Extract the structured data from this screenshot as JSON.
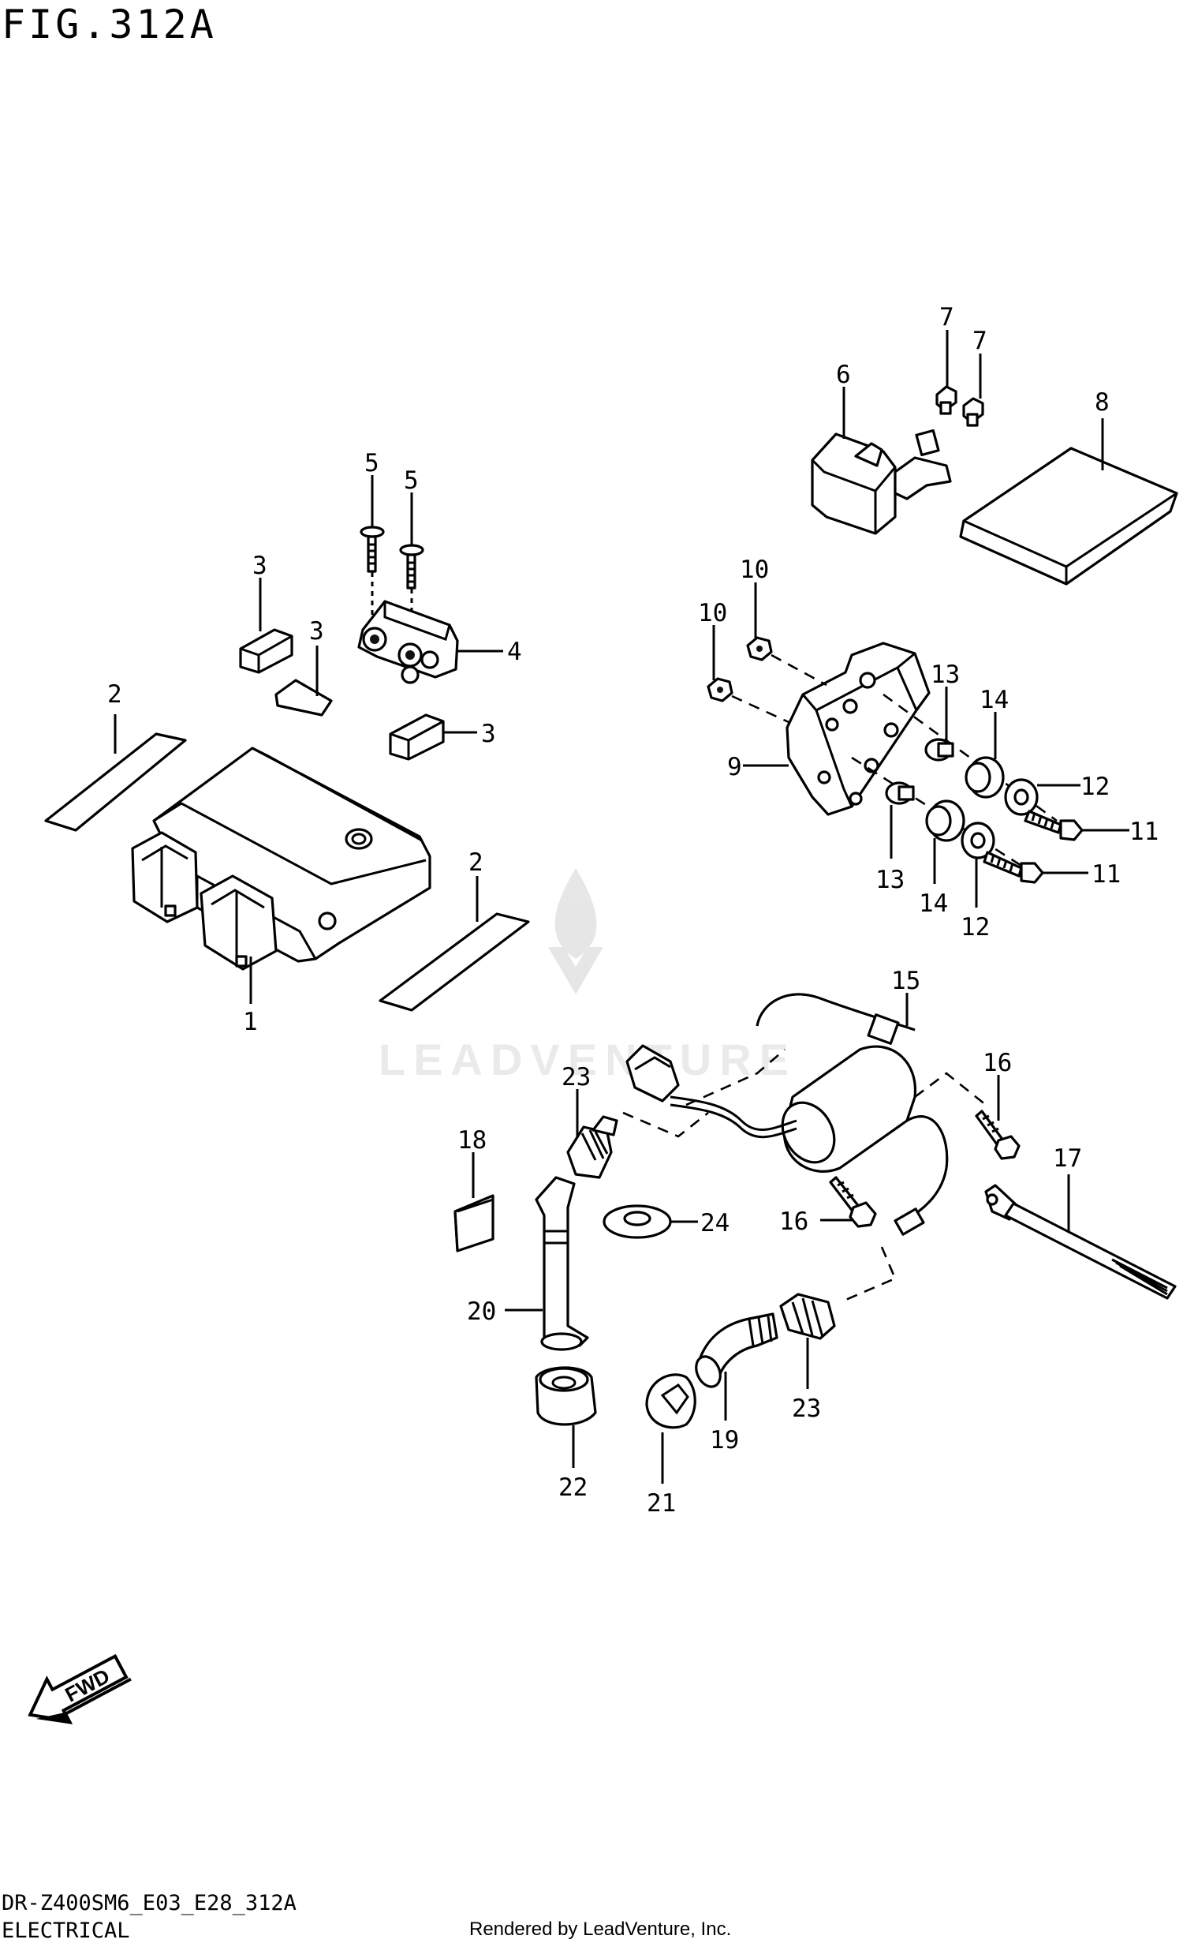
{
  "figure_title": "FIG.312A",
  "model_code": "DR-Z400SM6_E03_E28_312A",
  "section_title": "ELECTRICAL",
  "credit": "Rendered by LeadVenture, Inc.",
  "watermark": "LEADVENTURE",
  "fwd_label": "FWD",
  "callouts": {
    "c1": "1",
    "c2a": "2",
    "c2b": "2",
    "c3a": "3",
    "c3b": "3",
    "c3c": "3",
    "c4": "4",
    "c5a": "5",
    "c5b": "5",
    "c6": "6",
    "c7a": "7",
    "c7b": "7",
    "c8": "8",
    "c9": "9",
    "c10a": "10",
    "c10b": "10",
    "c11a": "11",
    "c11b": "11",
    "c12a": "12",
    "c12b": "12",
    "c13a": "13",
    "c13b": "13",
    "c14a": "14",
    "c14b": "14",
    "c15": "15",
    "c16a": "16",
    "c16b": "16",
    "c17": "17",
    "c18": "18",
    "c19": "19",
    "c20": "20",
    "c21": "21",
    "c22": "22",
    "c23a": "23",
    "c23b": "23",
    "c24": "24"
  }
}
